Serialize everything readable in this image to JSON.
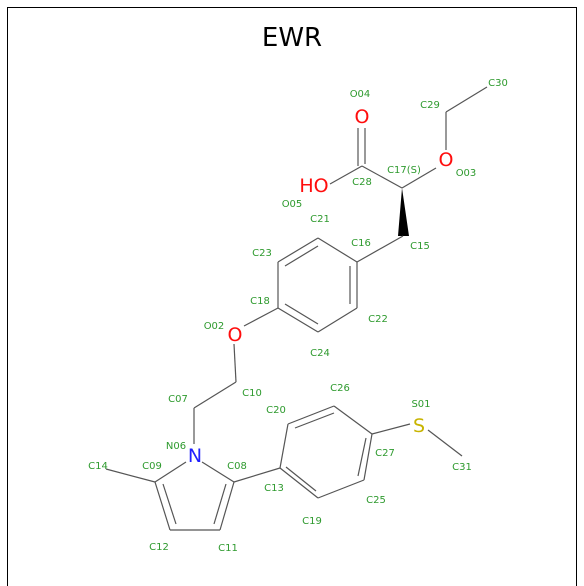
{
  "title": "EWR",
  "colors": {
    "atom_label": "#2e9a2e",
    "oxygen": "#ff0d0d",
    "nitrogen": "#1f1fff",
    "sulfur": "#c8b400",
    "bond": "#555555"
  },
  "element_symbols": {
    "hydroxyl": "HO",
    "carbonyl_o": "O",
    "ether_o3": "O",
    "ether_o2": "O",
    "nitrogen": "N",
    "sulfur": "S"
  },
  "atom_labels": [
    {
      "id": "C30",
      "text": "C30"
    },
    {
      "id": "O04",
      "text": "O04"
    },
    {
      "id": "C29",
      "text": "C29"
    },
    {
      "id": "C17",
      "text": "C17(S)"
    },
    {
      "id": "O03",
      "text": "O03"
    },
    {
      "id": "C28",
      "text": "C28"
    },
    {
      "id": "O05",
      "text": "O05"
    },
    {
      "id": "C21",
      "text": "C21"
    },
    {
      "id": "C16",
      "text": "C16"
    },
    {
      "id": "C15",
      "text": "C15"
    },
    {
      "id": "C23",
      "text": "C23"
    },
    {
      "id": "C18",
      "text": "C18"
    },
    {
      "id": "O02",
      "text": "O02"
    },
    {
      "id": "C22",
      "text": "C22"
    },
    {
      "id": "C24",
      "text": "C24"
    },
    {
      "id": "C10",
      "text": "C10"
    },
    {
      "id": "C26",
      "text": "C26"
    },
    {
      "id": "C07",
      "text": "C07"
    },
    {
      "id": "S01",
      "text": "S01"
    },
    {
      "id": "C20",
      "text": "C20"
    },
    {
      "id": "N06",
      "text": "N06"
    },
    {
      "id": "C27",
      "text": "C27"
    },
    {
      "id": "C14",
      "text": "C14"
    },
    {
      "id": "C09",
      "text": "C09"
    },
    {
      "id": "C08",
      "text": "C08"
    },
    {
      "id": "C31",
      "text": "C31"
    },
    {
      "id": "C13",
      "text": "C13"
    },
    {
      "id": "C25",
      "text": "C25"
    },
    {
      "id": "C19",
      "text": "C19"
    },
    {
      "id": "C12",
      "text": "C12"
    },
    {
      "id": "C11",
      "text": "C11"
    }
  ]
}
